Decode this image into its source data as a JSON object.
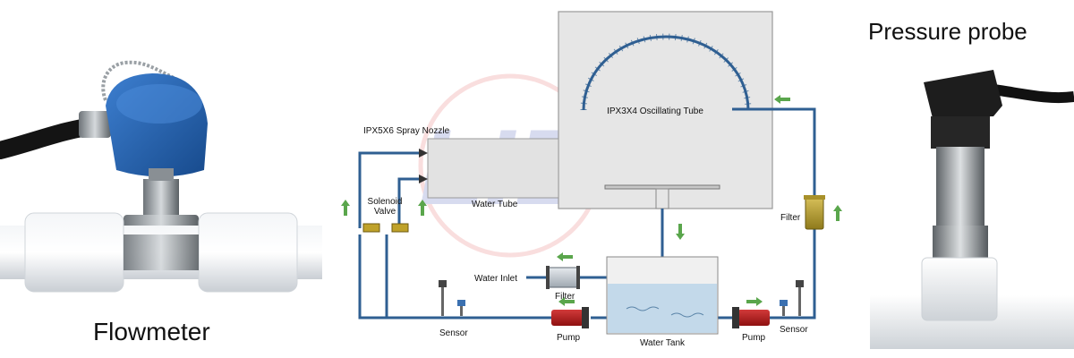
{
  "left_panel": {
    "caption": "Flowmeter"
  },
  "right_panel": {
    "caption": "Pressure probe"
  },
  "diagram": {
    "watermark": "LIB",
    "labels": {
      "oscillating_tube": "IPX3X4 Oscillating Tube",
      "spray_nozzle": "IPX5X6 Spray Nozzle",
      "water_tube": "Water Tube",
      "solenoid_valve_line1": "Solenoid",
      "solenoid_valve_line2": "Valve",
      "filter_right": "Filter",
      "water_inlet": "Water Inlet",
      "filter_inlet": "Filter",
      "sensor_left": "Sensor",
      "pump_left": "Pump",
      "water_tank": "Water Tank",
      "pump_right": "Pump",
      "sensor_right": "Sensor"
    },
    "colors": {
      "pipe": "#2f5f92",
      "arrow": "#5aa64c",
      "pump": "#b01818",
      "filter": "#b39b28",
      "valve": "#bfa22a",
      "water": "#c3d9ea",
      "watermark": "#2a3fa8"
    }
  }
}
